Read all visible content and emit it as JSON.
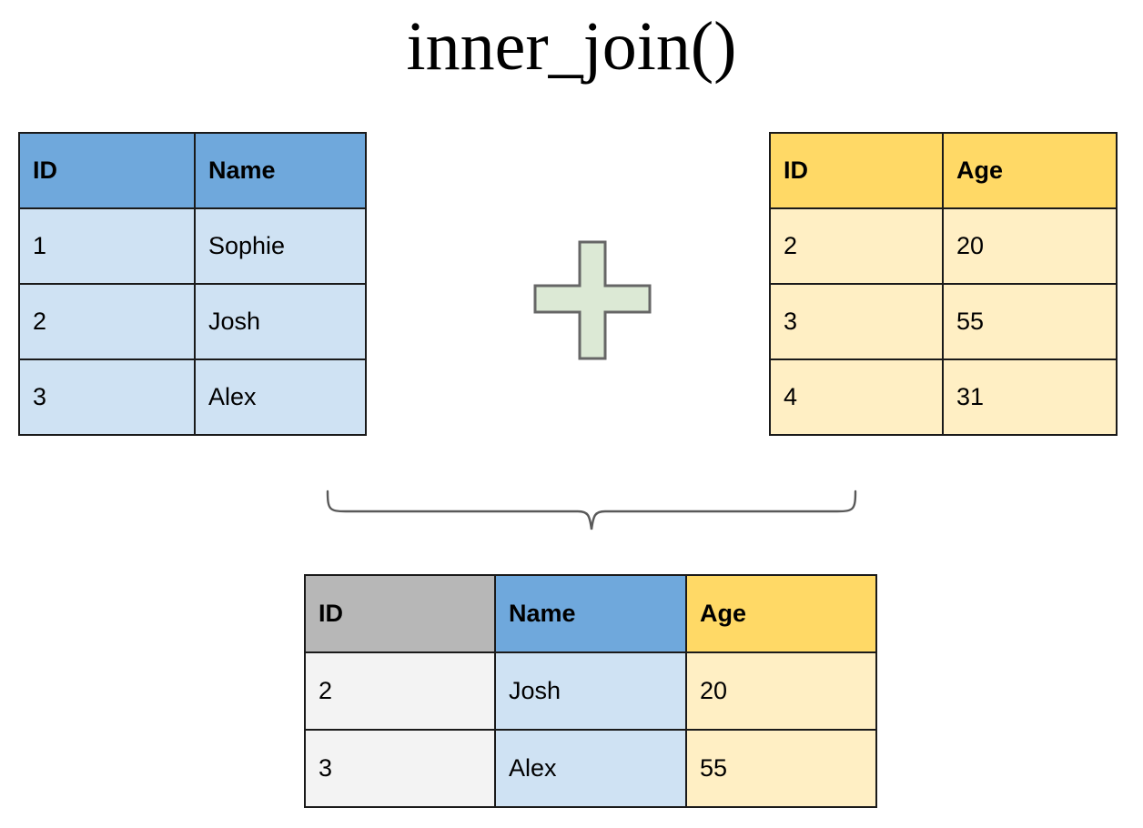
{
  "title": "inner_join()",
  "colors": {
    "blue_header": "#6FA8DC",
    "blue_body": "#CFE2F3",
    "yellow_header": "#FFD966",
    "yellow_body": "#FFEFC4",
    "gray_header": "#B7B7B7",
    "gray_body": "#F3F3F3",
    "plus_fill": "#DCE9D5",
    "plus_stroke": "#666666",
    "brace_stroke": "#595959",
    "border": "#1A1A1A"
  },
  "left_table": {
    "name": "left-input-table",
    "headers": [
      "ID",
      "Name"
    ],
    "rows": [
      [
        "1",
        "Sophie"
      ],
      [
        "2",
        "Josh"
      ],
      [
        "3",
        "Alex"
      ]
    ]
  },
  "right_table": {
    "name": "right-input-table",
    "headers": [
      "ID",
      "Age"
    ],
    "rows": [
      [
        "2",
        "20"
      ],
      [
        "3",
        "55"
      ],
      [
        "4",
        "31"
      ]
    ]
  },
  "result_table": {
    "name": "result-table",
    "headers": [
      "ID",
      "Name",
      "Age"
    ],
    "rows": [
      [
        "2",
        "Josh",
        "20"
      ],
      [
        "3",
        "Alex",
        "55"
      ]
    ]
  },
  "operator": {
    "symbol": "plus",
    "label": "+"
  },
  "connector": {
    "type": "curly-brace-down"
  }
}
